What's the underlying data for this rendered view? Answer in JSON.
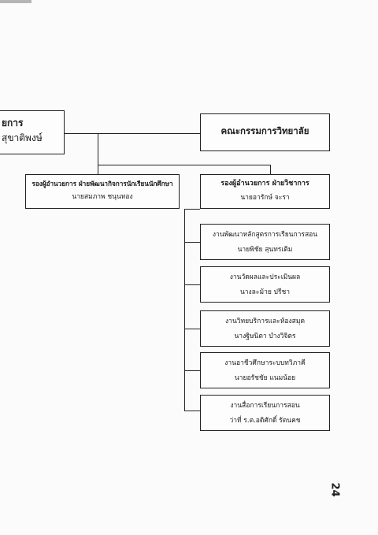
{
  "top_left_box": {
    "line1": "ยการ",
    "line2": "สุขาติพงษ์"
  },
  "committee_box": {
    "label": "คณะกรรมการวิทยาลัย"
  },
  "vice_student_affairs": {
    "title": "รองผู้อำนวยการ ฝ่ายพัฒนากิจการนักเรียนนักศึกษา",
    "name": "นายสมภาพ ชนุนทอง"
  },
  "vice_academic": {
    "title": "รองผู้อำนวยการ ฝ่ายวิชาการ",
    "name": "นายอารักษ์ จะรา"
  },
  "units": [
    {
      "title": "งานพัฒนาหลักสูตรการเรียนการสอน",
      "name": "นายพิชัย สุนทรเติม"
    },
    {
      "title": "งานวัดผลและประเมินผล",
      "name": "นางละม้าย ปรีชา"
    },
    {
      "title": "งานวิทยบริการและห้องสมุด",
      "name": "นางฐิษนิตา บำงวิจิตร"
    },
    {
      "title": "งานอาชีวศึกษาระบบทวิภาคี",
      "name": "นายอรัชชัย แนมน้อย"
    },
    {
      "title": "งานสื่อการเรียนการสอน",
      "name": "ว่าที่ ร.ต.อดิศักดิ์ รัตนคช"
    }
  ],
  "page_number": "24"
}
